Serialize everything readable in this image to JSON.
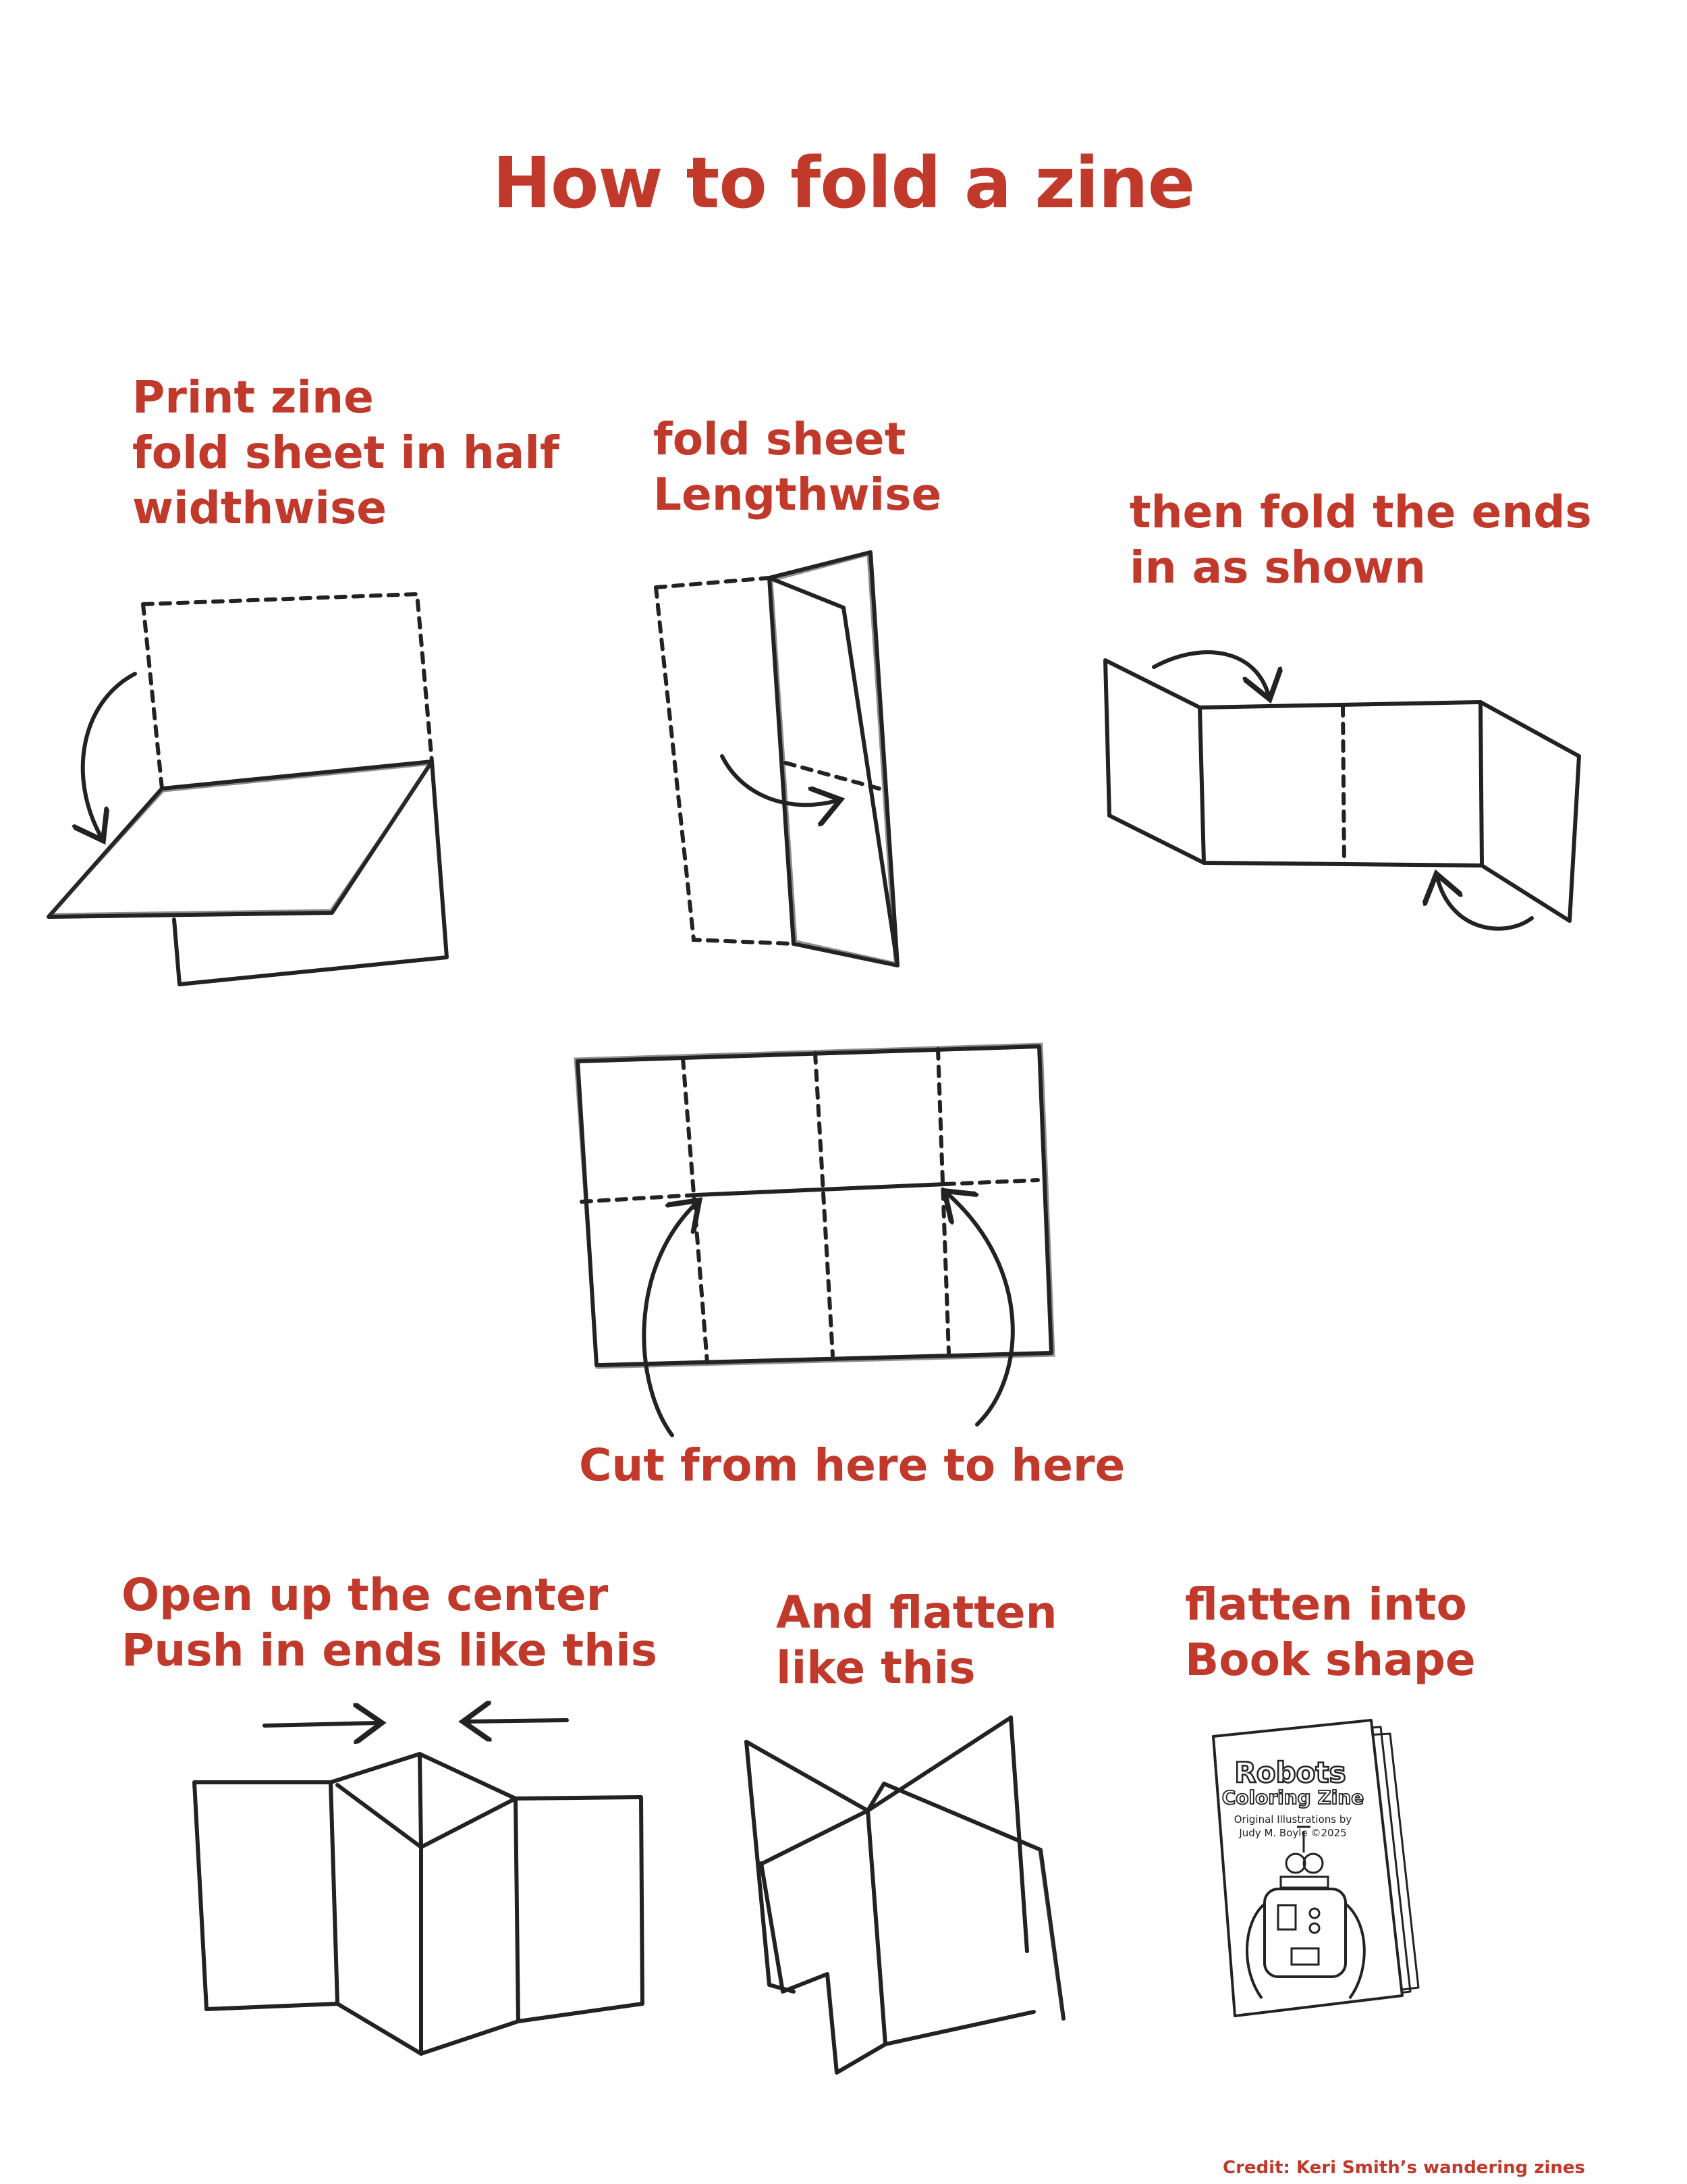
{
  "title": "How to fold a zine",
  "steps": [
    {
      "lines": [
        "Print zine",
        "fold sheet in half",
        "widthwise"
      ]
    },
    {
      "lines": [
        "fold sheet",
        "Lengthwise"
      ]
    },
    {
      "lines": [
        "then fold the ends",
        "in as shown"
      ]
    },
    {
      "lines": [
        "Cut from here to here"
      ]
    },
    {
      "lines": [
        "Open up the center",
        "Push in ends like this"
      ]
    },
    {
      "lines": [
        "And flatten",
        "like this"
      ]
    },
    {
      "lines": [
        "flatten into",
        "Book shape"
      ]
    }
  ],
  "book_cover": {
    "title": "Robots",
    "subtitle": "Coloring Zine",
    "line1": "Original Illustrations by",
    "line2": "Judy M. Boyle ©2025"
  },
  "credit": "Credit: Keri Smith’s wandering zines",
  "colors": {
    "accent": "#c0392b",
    "ink": "#222222"
  }
}
